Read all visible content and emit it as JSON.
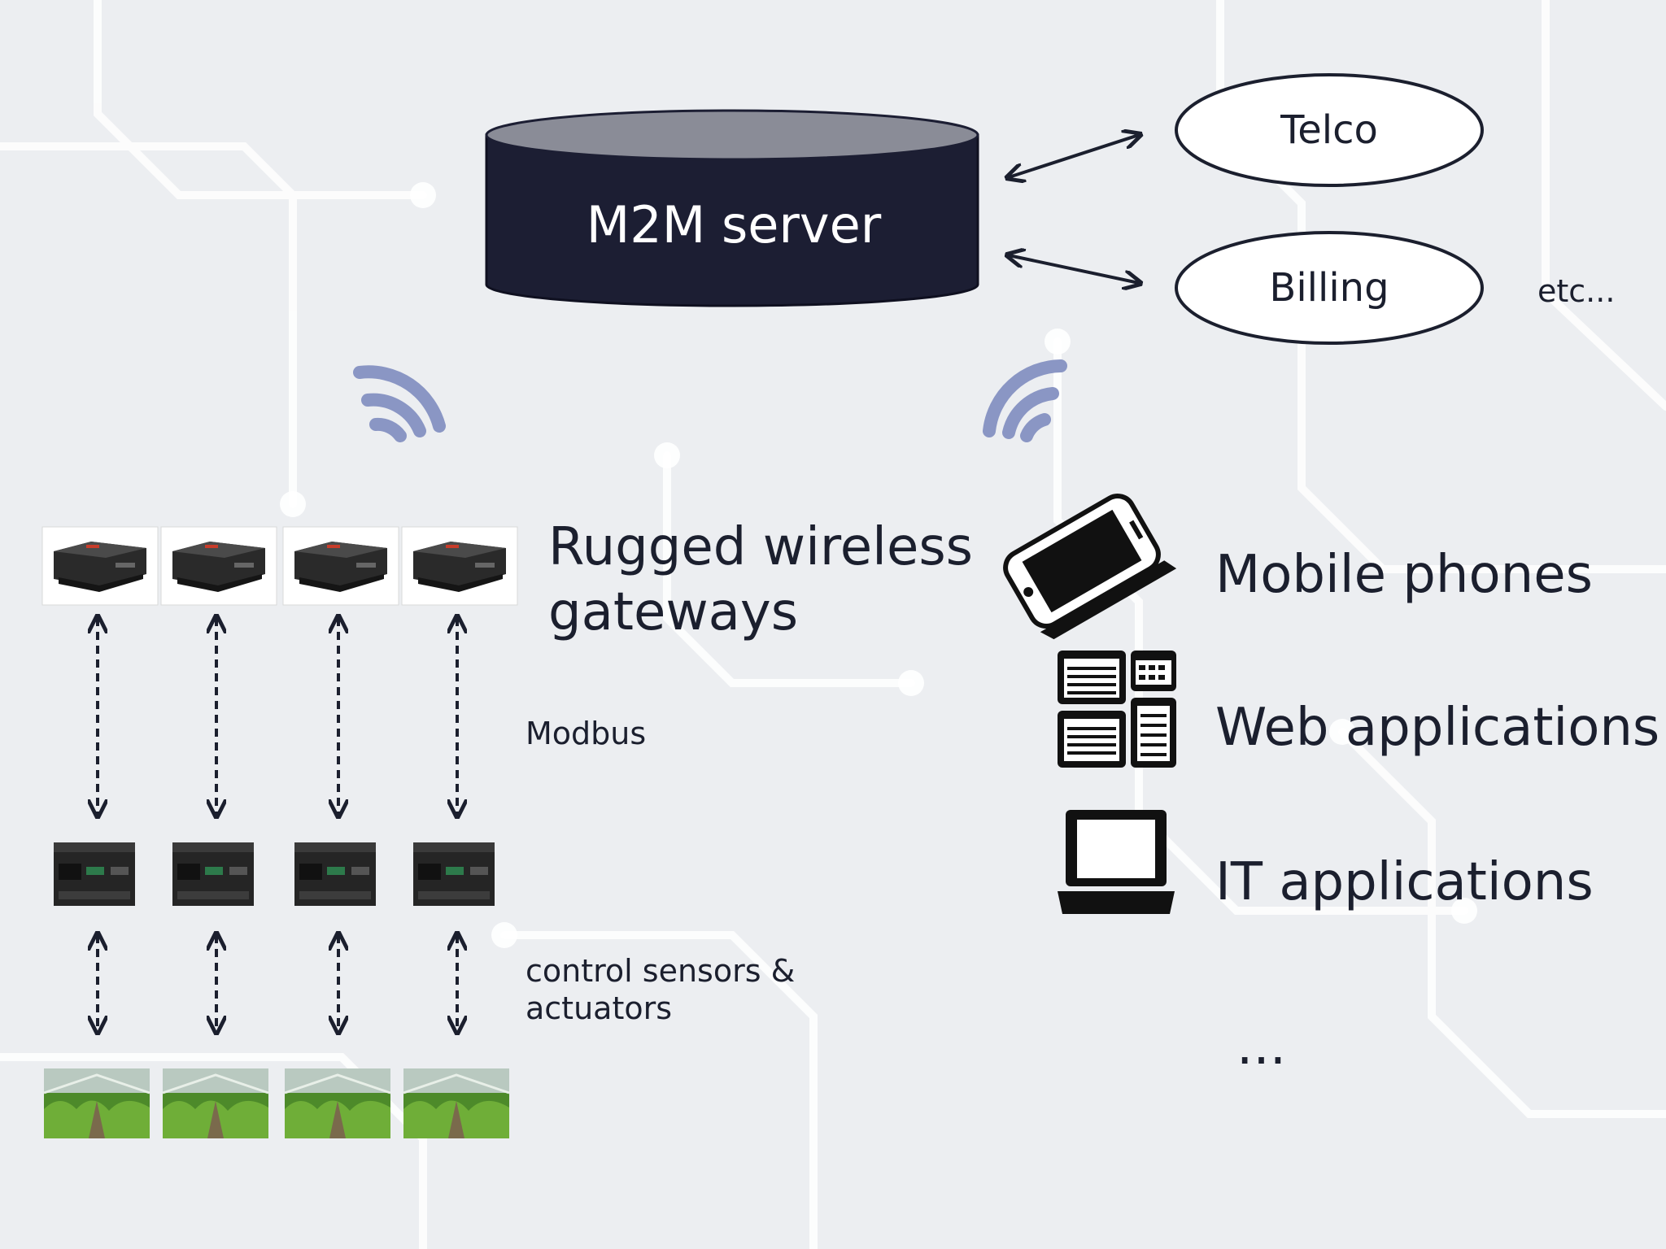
{
  "server": {
    "label": "M2M server"
  },
  "systems": {
    "telco": "Telco",
    "billing": "Billing",
    "etc": "etc..."
  },
  "left_column": {
    "gateways_line1": "Rugged wireless",
    "gateways_line2": "gateways",
    "protocol_label": "Modbus",
    "sensors_line1": "control sensors &",
    "sensors_line2": "actuators"
  },
  "right_column": {
    "mobile": "Mobile phones",
    "web": "Web applications",
    "it": "IT applications",
    "more": "..."
  },
  "icons": [
    "gateway-device-icon",
    "plc-controller-icon",
    "greenhouse-photo",
    "wireless-signal-icon",
    "mobile-phone-icon",
    "web-app-icon",
    "desktop-computer-icon"
  ],
  "colors": {
    "server_fill": "#1c1e33",
    "server_top": "#8a8c97",
    "wireless_signal": "#8a96c4",
    "text": "#1b1f2e",
    "background": "#eceef1"
  }
}
